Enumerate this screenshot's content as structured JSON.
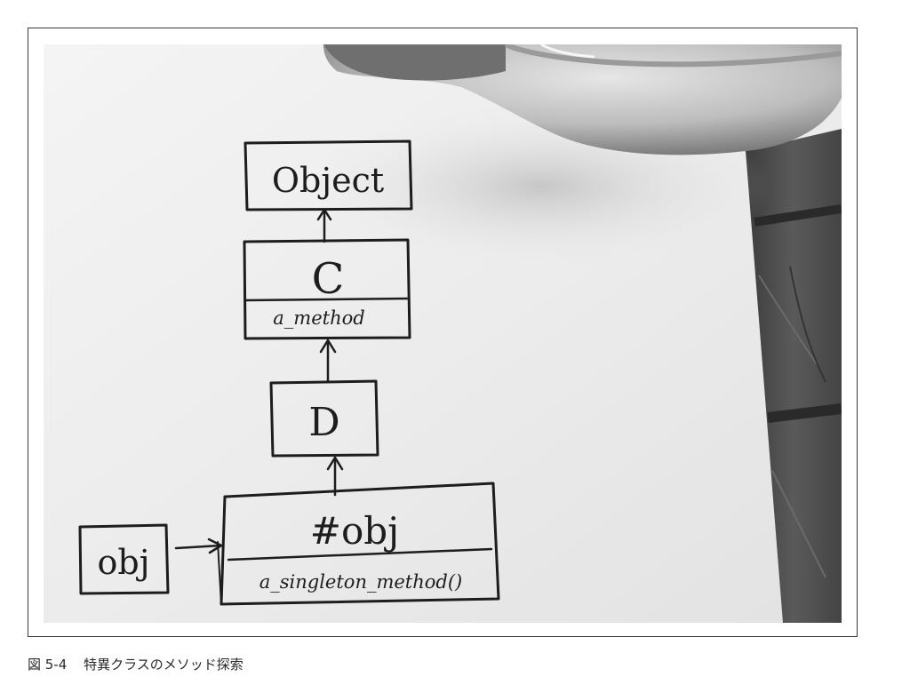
{
  "figure": {
    "number": "図 5-4",
    "title": "特異クラスのメソッド探索"
  },
  "diagram": {
    "object_box": {
      "label": "Object"
    },
    "class_c_box": {
      "name": "C",
      "method": "a_method"
    },
    "class_d_box": {
      "name": "D"
    },
    "singleton_box": {
      "name": "#obj",
      "method": "a_singleton_method()"
    },
    "instance_box": {
      "label": "obj"
    }
  },
  "colors": {
    "ink": "#1d1d1d",
    "paper": "#f2f2f2",
    "wood": "#4a4a4a",
    "mug": "#c8c8c8",
    "frame": "#3a3a3a"
  }
}
